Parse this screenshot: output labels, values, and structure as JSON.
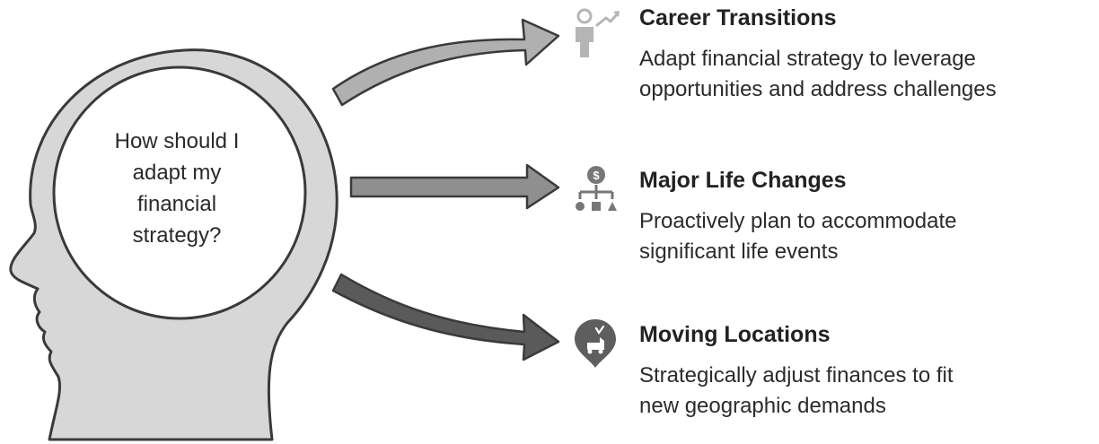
{
  "question": "How should I\nadapt my\nfinancial\nstrategy?",
  "items": [
    {
      "title": "Career Transitions",
      "description": "Adapt financial strategy to leverage\nopportunities and address challenges",
      "icon": "career-growth-icon"
    },
    {
      "title": "Major Life Changes",
      "description": "Proactively plan to accommodate\nsignificant life events",
      "icon": "financial-hierarchy-icon"
    },
    {
      "title": "Moving Locations",
      "description": "Strategically adjust finances to fit\nnew geographic demands",
      "icon": "relocation-pin-icon"
    }
  ],
  "colors": {
    "head_fill": "#d7d7d7",
    "outline": "#3a3a3a",
    "arrow_light": "#b0b0b0",
    "arrow_mid": "#8f8f8f",
    "arrow_dark": "#5a5a5a",
    "icon_light": "#b5b5b5",
    "icon_mid": "#777777",
    "icon_dark": "#5e5e5e"
  }
}
